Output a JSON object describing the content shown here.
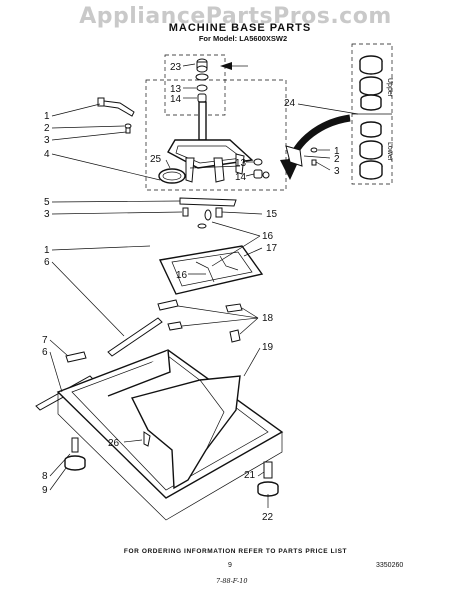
{
  "watermark": "AppliancePartsPros.com",
  "header": {
    "title": "MACHINE BASE PARTS",
    "subtitle": "For Model: LA5600XSW2"
  },
  "callouts": {
    "c23": "23",
    "c13a": "13",
    "c14a": "14",
    "c24": "24",
    "c25": "25",
    "c13b": "13",
    "c14b": "14",
    "c1a": "1",
    "c2a": "2",
    "c3a": "3",
    "c4": "4",
    "c1r": "1",
    "c2r": "2",
    "c3r": "3",
    "c5": "5",
    "c3b": "3",
    "c15": "15",
    "c16a": "16",
    "c17": "17",
    "c16b": "16",
    "c1b": "1",
    "c6a": "6",
    "c18": "18",
    "c7": "7",
    "c6b": "6",
    "c19": "19",
    "c26": "26",
    "c8": "8",
    "c9": "9",
    "c21": "21",
    "c22": "22"
  },
  "side_labels": {
    "upper": "Upper",
    "lower": "Lower"
  },
  "footer": {
    "ordering_note": "FOR ORDERING INFORMATION REFER TO PARTS PRICE LIST",
    "page_number": "9",
    "doc_number": "3350260",
    "handwritten": "7-88-F-10"
  }
}
